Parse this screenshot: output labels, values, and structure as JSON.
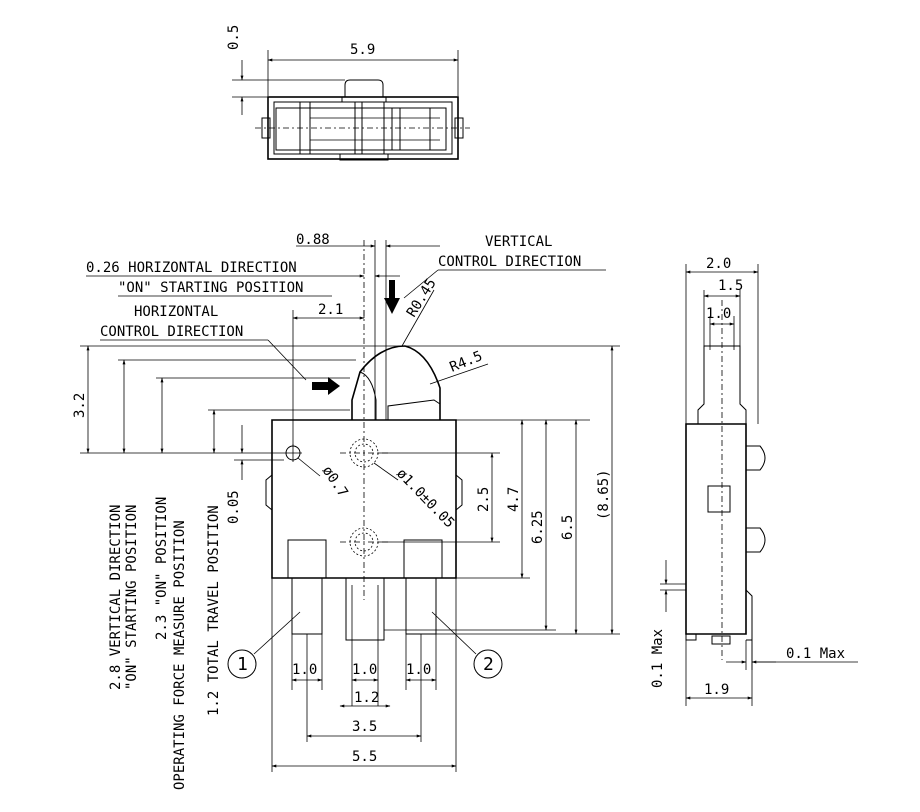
{
  "top_view": {
    "width_label": "5.9",
    "height_label": "0.5"
  },
  "front_view": {
    "dim_088": "0.88",
    "dim_026_label": "0.26 HORIZONTAL DIRECTION",
    "on_starting": "\"ON\" STARTING POSITION",
    "vertical_l1": "VERTICAL",
    "vertical_l2": "CONTROL DIRECTION",
    "r045": "R0.45",
    "horizontal_l1": "HORIZONTAL",
    "horizontal_l2": "CONTROL DIRECTION",
    "dim_21": "2.1",
    "r45": "R4.5",
    "dim_32": "3.2",
    "dim_005": "0.05",
    "phi07": "ø0.7",
    "phi10": "ø1.0±0.05",
    "dim_25": "2.5",
    "dim_47": "4.7",
    "dim_625": "6.25",
    "dim_65": "6.5",
    "dim_865": "(8.65)",
    "vlabel_1": "2.8 VERTICAL DIRECTION",
    "vlabel_1b": "\"ON\" STARTING POSITION",
    "vlabel_2": "2.3 \"ON\" POSITION",
    "vlabel_3": "OPERATING FORCE MEASURE POSITION",
    "vlabel_4": "1.2 TOTAL TRAVEL POSITION",
    "terminal_1": "1",
    "terminal_2": "2",
    "pin_w1": "1.0",
    "pin_w2": "1.0",
    "pin_w3": "1.0",
    "dim_12": "1.2",
    "dim_35": "3.5",
    "dim_55": "5.5"
  },
  "side_view": {
    "dim_20": "2.0",
    "dim_15": "1.5",
    "dim_10": "1.0",
    "dim_01max_v": "0.1 Max",
    "dim_01max_h": "0.1 Max",
    "dim_19": "1.9"
  }
}
